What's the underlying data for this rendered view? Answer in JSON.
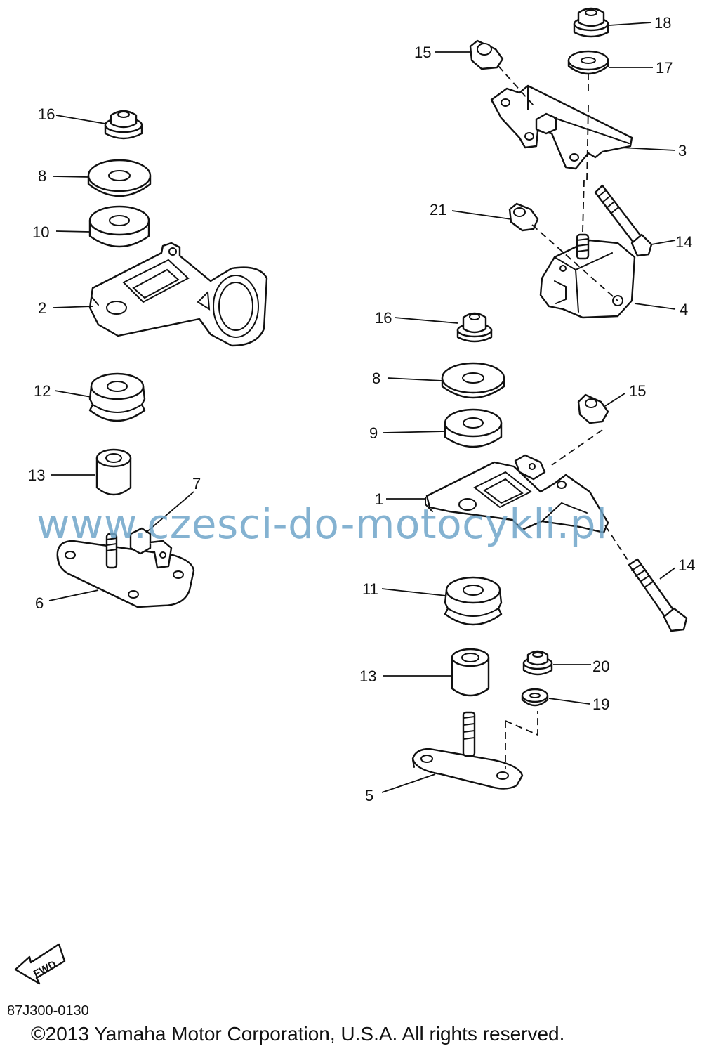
{
  "watermark": "www.czesci-do-motocykli.pl",
  "callouts": [
    "16",
    "8",
    "10",
    "2",
    "12",
    "13",
    "7",
    "6",
    "15",
    "18",
    "17",
    "3",
    "21",
    "14",
    "4",
    "16",
    "8",
    "15",
    "9",
    "1",
    "14",
    "11",
    "13",
    "20",
    "19",
    "5"
  ],
  "fwd_label": "FWD",
  "ref_code": "87J300-0130",
  "copyright": "©2013 Yamaha Motor Corporation, U.S.A. All rights reserved."
}
